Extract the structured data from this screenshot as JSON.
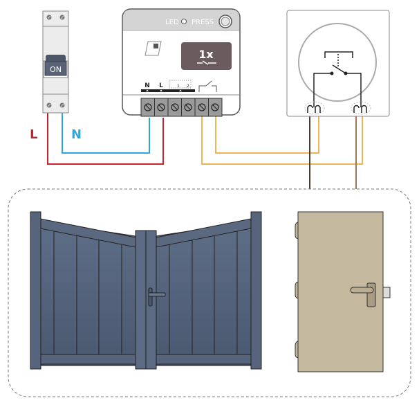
{
  "breaker": {
    "state_label": "ON"
  },
  "wires": {
    "line_label": "L",
    "neutral_label": "N"
  },
  "module": {
    "led_label": "LED",
    "press_label": "PRESS",
    "mode_label": "1x",
    "terminal_labels": {
      "n": "N",
      "l": "L",
      "s1": "1",
      "s2": "2"
    }
  },
  "colors": {
    "line": "#c8232c",
    "neutral": "#29a9e0",
    "control": "#f0b452",
    "pushbutton_wire_dark": "#5a4636",
    "pushbutton_wire_light": "#9a7a5a",
    "gate": "#53627a",
    "door": "#c4b89e"
  }
}
